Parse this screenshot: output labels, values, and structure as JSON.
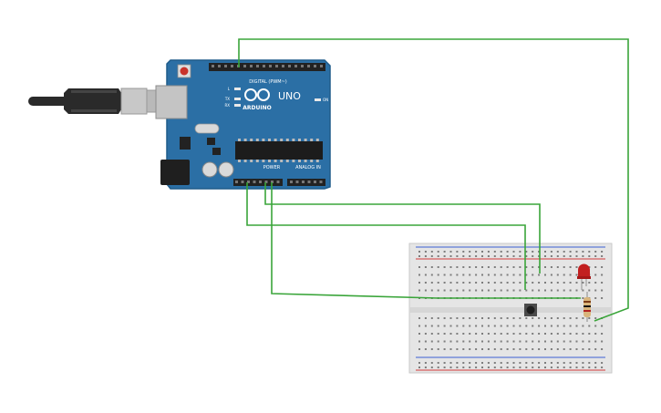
{
  "board": {
    "model_label": "UNO",
    "brand_label": "ARDUINO",
    "digital_label": "DIGITAL (PWM~)",
    "power_label": "POWER",
    "analog_label": "ANALOG IN",
    "led_labels": [
      "L",
      "TX",
      "RX"
    ],
    "on_label": "ON"
  },
  "colors": {
    "pcb": "#2b6fa5",
    "pcb_edge": "#1f5b8a",
    "wire": "#3aa53a",
    "breadboard": "#e5e5e5",
    "rail_red": "#d23b3b",
    "rail_blue": "#3b5fd2",
    "led_red": "#c21f1f",
    "usb_plug": "#2a2a2a",
    "usb_metal": "#c8c8c8"
  },
  "icons": {
    "led": "red-led-icon",
    "resistor": "resistor-icon",
    "button": "pushbutton-icon",
    "usb": "usb-cable-icon"
  }
}
